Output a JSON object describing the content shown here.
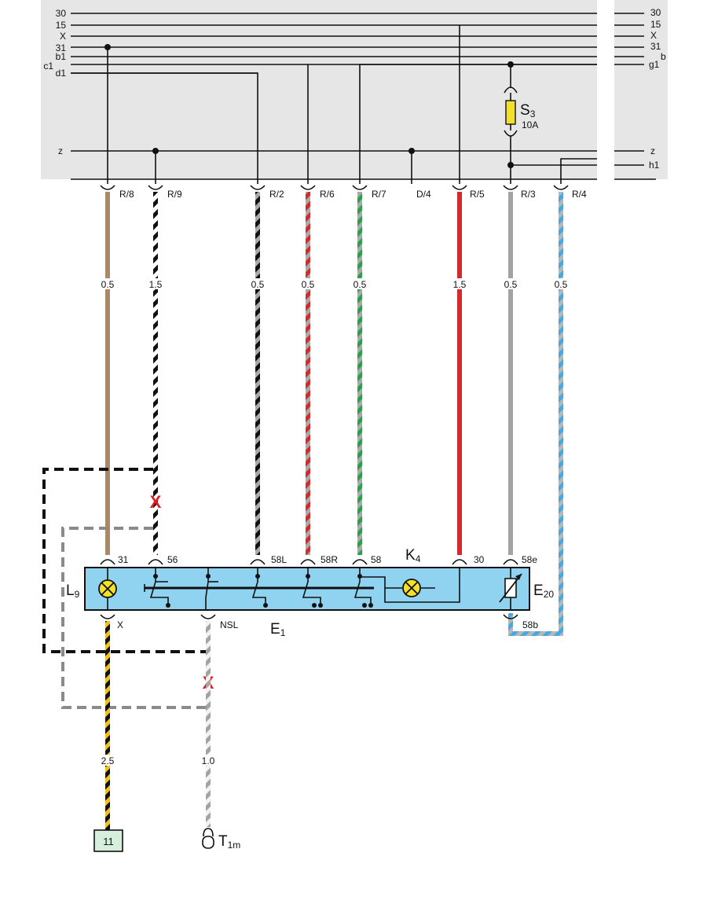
{
  "bus_labels_left": [
    "30",
    "15",
    "X",
    "31",
    "b1",
    "c1",
    "d1",
    "z"
  ],
  "bus_labels_right": [
    "30",
    "15",
    "X",
    "31",
    "b",
    "g1",
    "z",
    "h1"
  ],
  "connectors": [
    "R/8",
    "R/9",
    "R/2",
    "R/6",
    "R/7",
    "D/4",
    "R/5",
    "R/3",
    "R/4"
  ],
  "gauges": [
    "0.5",
    "1.5",
    "0.5",
    "0.5",
    "0.5",
    "1.5",
    "0.5",
    "0.5"
  ],
  "module_pins": [
    "31",
    "56",
    "58L",
    "58R",
    "58",
    "30",
    "58e"
  ],
  "bottom_pins": [
    "X",
    "NSL",
    "58b"
  ],
  "fuse": {
    "name": "S",
    "index": "3",
    "rating": "10A"
  },
  "components": {
    "k4": {
      "name": "K",
      "index": "4"
    },
    "e20": {
      "name": "E",
      "index": "20"
    },
    "l9": {
      "name": "L",
      "index": "9"
    },
    "e1": {
      "name": "E",
      "index": "1"
    },
    "t1m": {
      "name": "T",
      "index": "1m"
    }
  },
  "lower_gauges": [
    "2.5",
    "1.0"
  ],
  "ground_box": "11",
  "markers": [
    "X",
    "X"
  ],
  "colors": {
    "panel": "#e6e6e6",
    "module": "#8fd3f0",
    "brown": "#a68a6a",
    "red": "#d42a2a",
    "green": "#2aa04a",
    "blue": "#4aa8e0",
    "grey": "#a3a3a3",
    "yellow": "#f0c020",
    "marker": "#e02020"
  }
}
